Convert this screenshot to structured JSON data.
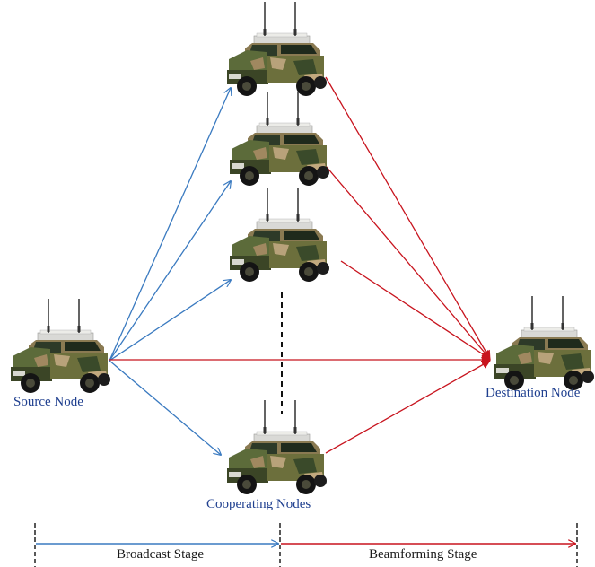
{
  "labels": {
    "source": "Source Node",
    "destination": "Destination Node",
    "cooperating": "Cooperating Nodes",
    "broadcast_stage": "Broadcast Stage",
    "beamforming_stage": "Beamforming Stage"
  },
  "nodes": [
    {
      "role": "cooperating",
      "icon": "military-vehicle-icon"
    },
    {
      "role": "cooperating",
      "icon": "military-vehicle-icon"
    },
    {
      "role": "cooperating",
      "icon": "military-vehicle-icon"
    },
    {
      "role": "cooperating",
      "icon": "military-vehicle-icon"
    },
    {
      "role": "source",
      "icon": "military-vehicle-icon"
    },
    {
      "role": "destination",
      "icon": "military-vehicle-icon"
    }
  ],
  "colors": {
    "broadcast": "#3a7ac0",
    "beamforming": "#c8141e",
    "label_text": "#1f3f8f"
  }
}
